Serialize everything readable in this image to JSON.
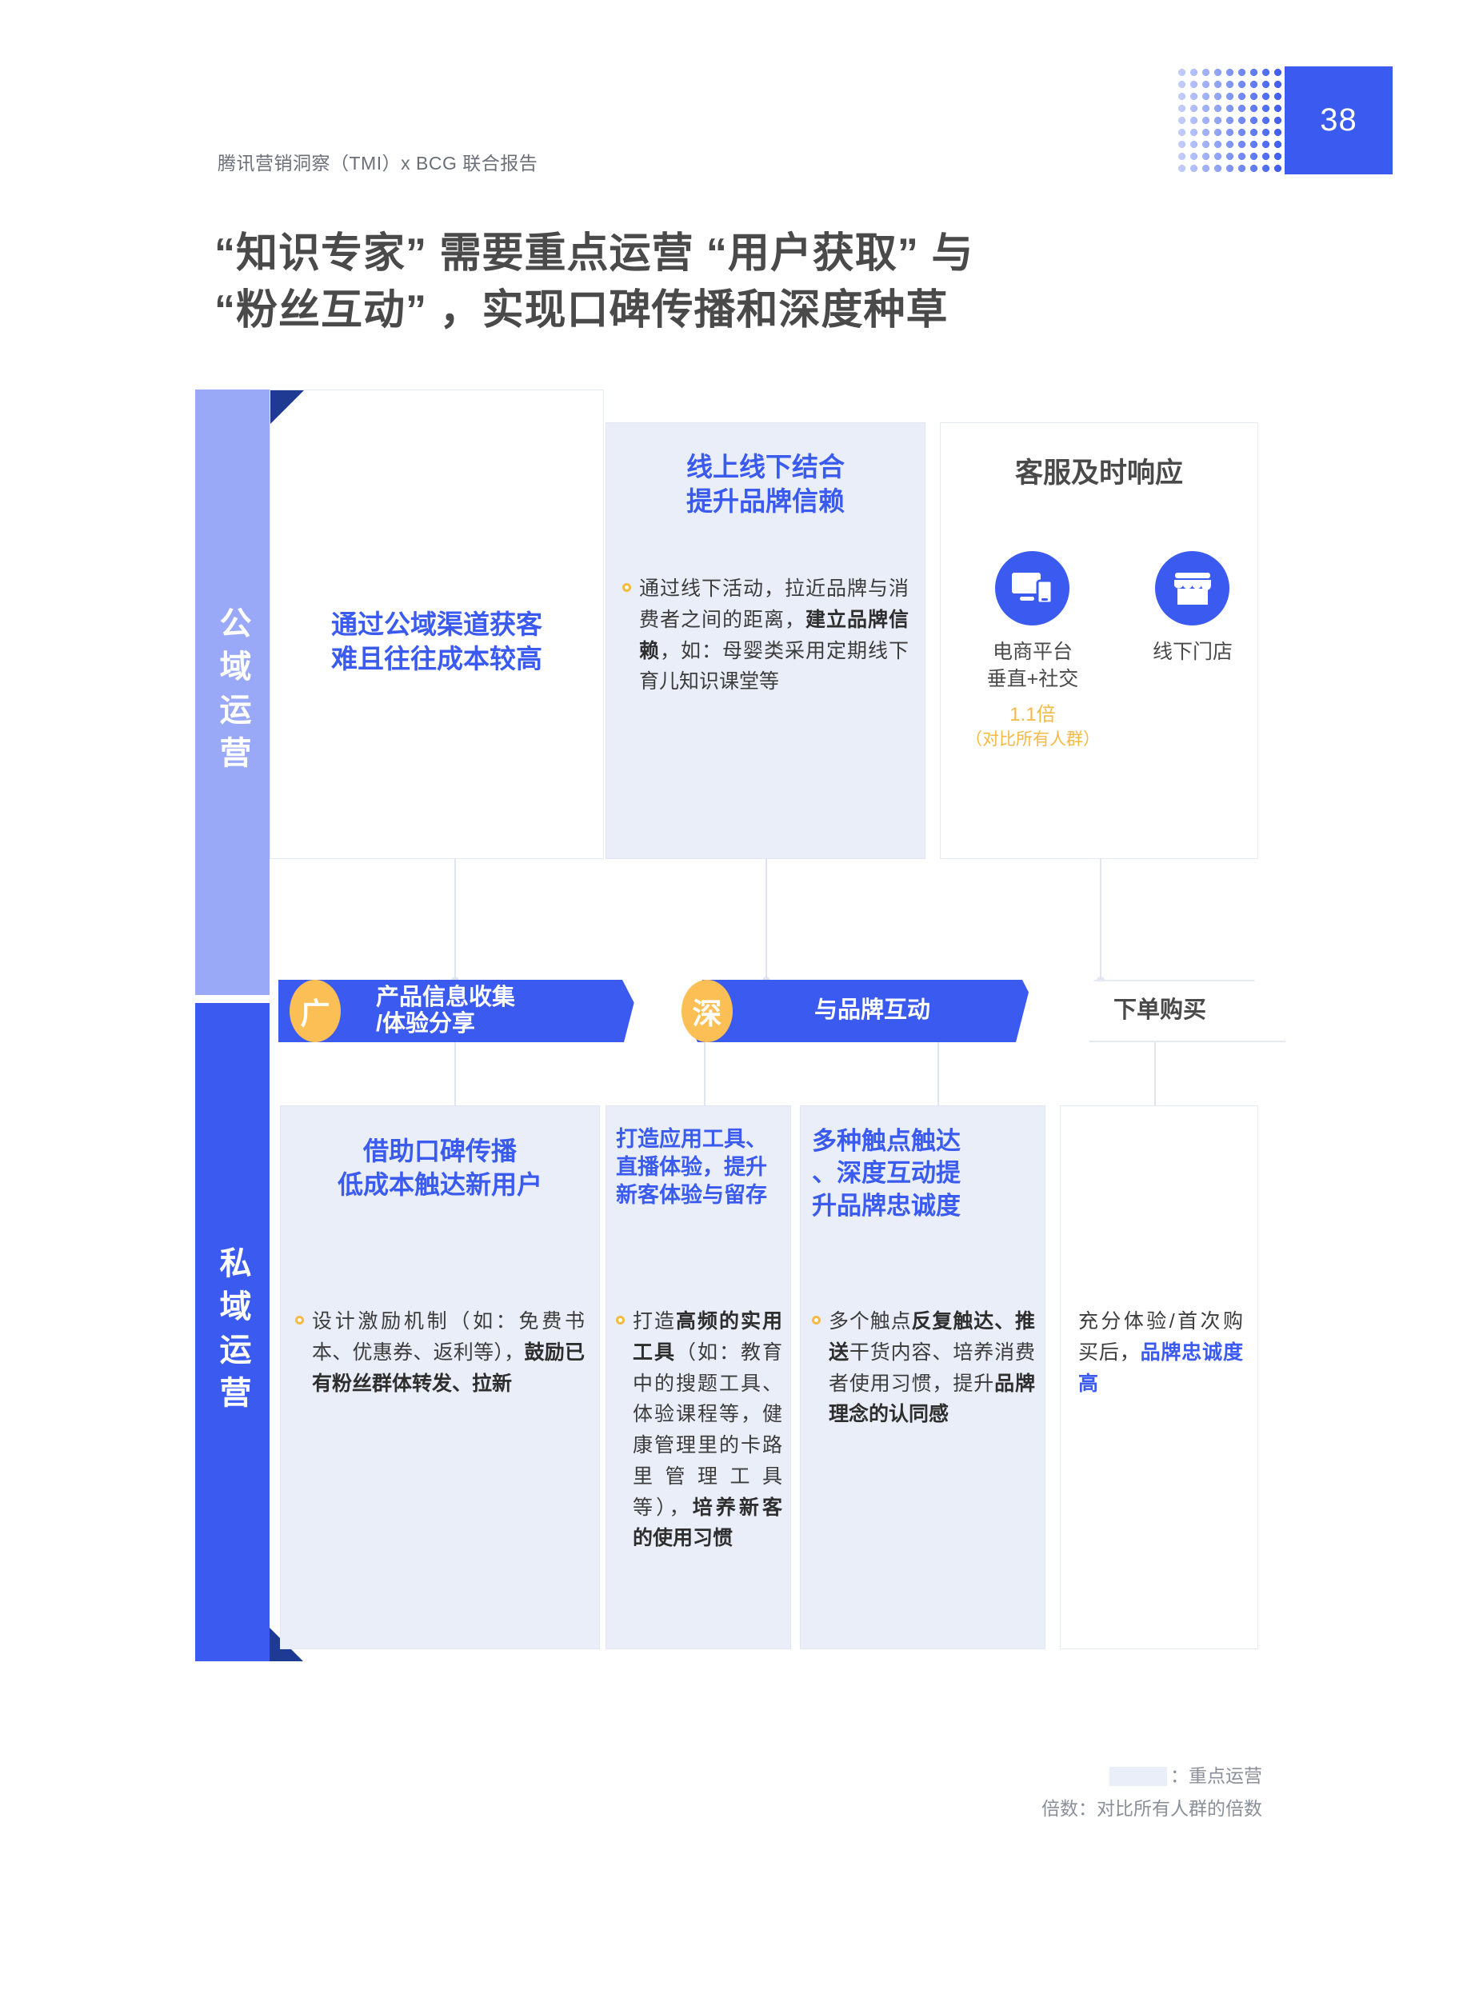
{
  "page": {
    "number": "38",
    "report_label": "腾讯营销洞察（TMI）x BCG 联合报告",
    "title": "“知识专家” 需要重点运营 “用户获取” 与\n“粉丝互动” ，实现口碑传播和深度种草"
  },
  "rails": {
    "public": "公域运营",
    "private": "私域运营"
  },
  "top_cards": [
    {
      "title": "通过公域渠道获客\n难且往往成本较高",
      "title_color": "#3b5bf0",
      "style": "plain"
    },
    {
      "title": "线上线下结合\n提升品牌信赖",
      "title_color": "#3b5bf0",
      "style": "highlight",
      "bullet": "通过线下活动，拉近品牌与消费者之间的距离，|建立品牌信赖|，如：母婴类采用定期线下育儿知识课堂等"
    },
    {
      "title": "客服及时响应",
      "title_color": "#4a4a4a",
      "style": "plain",
      "icons": [
        {
          "icon_name": "ecommerce-devices-icon",
          "caption": "电商平台\n垂直+社交",
          "multiplier": "1.1倍",
          "multiplier_note": "（对比所有人群）"
        },
        {
          "icon_name": "offline-store-icon",
          "caption": "线下门店",
          "multiplier": "",
          "multiplier_note": ""
        }
      ]
    }
  ],
  "flow": {
    "steps": [
      {
        "badge": "广",
        "label": "产品信息收集\n/体验分享",
        "style": "blue"
      },
      {
        "badge": "深",
        "label": "与品牌互动",
        "style": "blue"
      },
      {
        "badge": "",
        "label": "下单购买",
        "style": "outline"
      }
    ]
  },
  "bottom_cards": [
    {
      "title": "借助口碑传播\n低成本触达新用户",
      "title_color": "#3b5bf0",
      "style": "highlight",
      "bullet": "设计激励机制（如：免费书本、优惠券、返利等），|鼓励已有粉丝群体转发、拉新|"
    },
    {
      "title": "打造应用工具、\n直播体验，提升\n新客体验与留存",
      "title_color": "#3b5bf0",
      "style": "highlight",
      "bullet": "打造|高频的实用工具|（如：教育中的搜题工具、体验课程等，健康管理里的卡路里管理工具等），|培养新客的使用习惯|"
    },
    {
      "title": "多种触点触达\n、深度互动提\n升品牌忠诚度",
      "title_color": "#3b5bf0",
      "style": "highlight",
      "bullet": "多个触点|反复触达、推送|干货内容、培养消费者使用习惯，提升|品牌理念的认同感|"
    },
    {
      "title": "",
      "title_color": "#4a4a4a",
      "style": "plain",
      "bullet_plain": "充分体验/首次购买后，",
      "bullet_blue": "品牌忠诚度高"
    }
  ],
  "legend": {
    "swatch_label": "：重点运营",
    "note": "倍数：对比所有人群的倍数"
  }
}
